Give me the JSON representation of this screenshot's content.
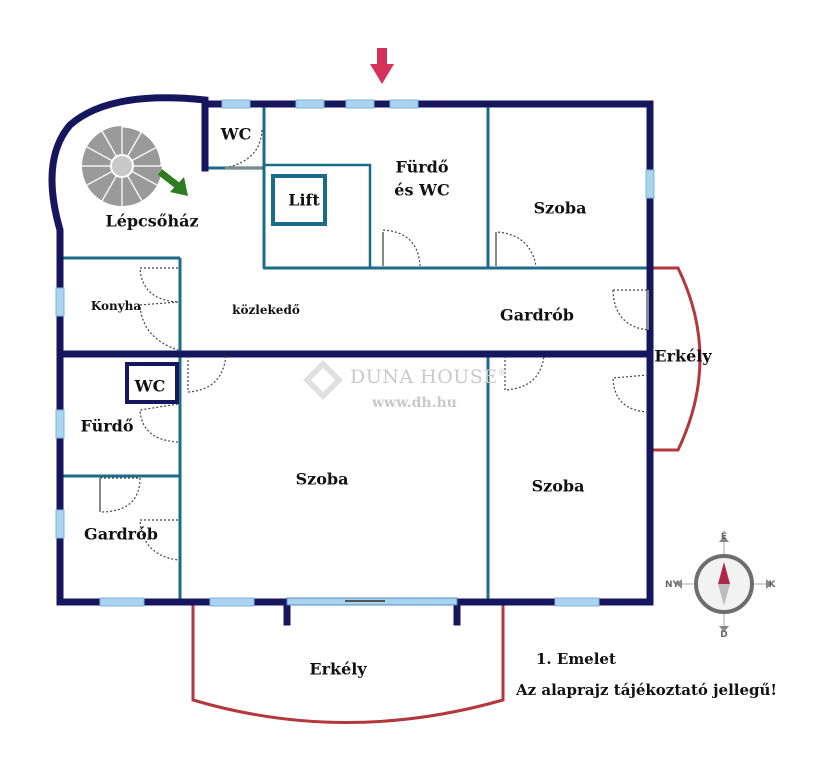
{
  "rooms": {
    "wc_top": "WC",
    "bath_line1": "Fürdő",
    "bath_line2": "és WC",
    "lift": "Lift",
    "room_top_right": "Szoba",
    "stairwell": "Lépcsőház",
    "kitchen": "Konyha",
    "hallway": "közlekedő",
    "wardrobe_right": "Gardrób",
    "balcony_right": "Erkély",
    "wc_left": "WC",
    "bath_left": "Fürdő",
    "room_center": "Szoba",
    "room_bottom_right": "Szoba",
    "wardrobe_left": "Gardrób",
    "balcony_bottom": "Erkély"
  },
  "watermark": {
    "brand": "DUNA HOUSE",
    "registered": "®",
    "url": "www.dh.hu"
  },
  "compass": {
    "north": "É",
    "south": "D",
    "east": "K",
    "west": "NY"
  },
  "notes": {
    "floor": "1. Emelet",
    "disclaimer": "Az alaprajz tájékoztató jellegű!"
  },
  "colors": {
    "outer_wall": "#16165e",
    "inner_wall": "#1b6c8a",
    "window": "#a9d3ee",
    "balcony": "#b2383b",
    "entrance_arrow": "#d6315a",
    "stairs_arrow": "#2e7d20"
  }
}
